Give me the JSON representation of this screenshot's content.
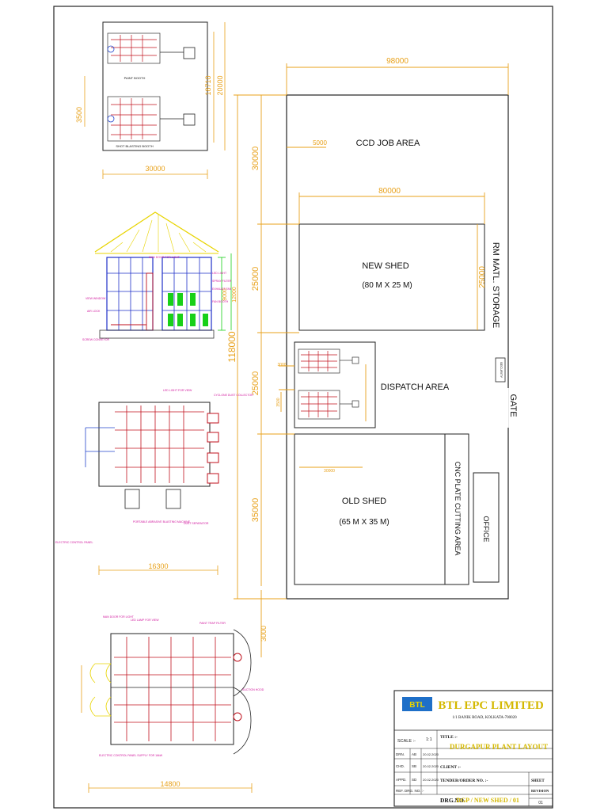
{
  "layout_dims": {
    "overall_width": "98000",
    "overall_height": "118000",
    "ccd_height": "30000",
    "new_shed_band": "25000",
    "dispatch_band": "25000",
    "old_shed_band": "35000",
    "bottom_gap": "3000",
    "ccd_offset": "5000",
    "new_shed_length": "80000",
    "new_shed_depth": "25000"
  },
  "areas": {
    "ccd": "CCD JOB AREA",
    "new_shed_title": "NEW SHED",
    "new_shed_size": "(80 M X 25 M)",
    "rm_storage": "RM MATL. STORAGE",
    "dispatch": "DISPATCH AREA",
    "gate": "GATE",
    "old_shed_title": "OLD SHED",
    "old_shed_size": "(65 M X 35 M)",
    "cnc": "CNC PLATE CUTTING AREA",
    "office": "OFFICE",
    "security": "SECURITY"
  },
  "booth_plan": {
    "width": "30000",
    "height_a": "18710",
    "height_b": "20000",
    "offset": "3500",
    "paint_booth": "PAINT BOOTH",
    "blast_booth": "SHOT BLASTING BOOTH"
  },
  "inset_dims": {
    "w": "30000",
    "h1": "3000",
    "h2": "3500"
  },
  "elevation": {
    "left_height": "9000",
    "right_height": "12000",
    "labels": [
      "VIEW WINDOW",
      "AIR LOCK",
      "MAN DOOR FOR LIGHT",
      "SCREW CONVEYOR",
      "LED LIGHT",
      "SPRAY FILTER",
      "EXHAUST FAN",
      "FAN BOOTH"
    ]
  },
  "plan_mid": {
    "width": "16300",
    "labels": [
      "LED LIGHT FOR VIEW",
      "CYCLONE DUST COLLECTOR",
      "PORTABLE ABRASIVE BLASTING MACHINE",
      "DUST SEPARATOR",
      "ELECTRIC CONTROL PANEL"
    ]
  },
  "plan_low": {
    "width": "14800",
    "labels": [
      "MAN DOOR FOR LIGHT",
      "LED LAMP FOR VIEW",
      "PAINT TRAP FILTER",
      "SUCTION HOOD",
      "ELECTRIC CONTROL PANEL SUPPLY FOR 16kW"
    ]
  },
  "title_block": {
    "company": "BTL EPC LIMITED",
    "address": "1/1 BANIK ROAD, KOLKATA-700020",
    "logo": "BTL",
    "scale_label": "SCALE :-",
    "scale_value": "1:1",
    "title_label": "TITLE :-",
    "title_value": "DURGAPUR PLANT LAYOUT",
    "drn": "DRN.",
    "chd": "CHD.",
    "appd": "APPD.",
    "drn_init": "AB",
    "chd_init": "SB",
    "appd_init": "SD",
    "date1": "20.02.2020",
    "date2": "20.02.2020",
    "date3": "20.02.2020",
    "client_label": "CLIENT :-",
    "tender_label": "TENDER/ORDER NO. :-",
    "ref_label": "REF. DRG. NO. :-",
    "sheet_label": "SHEET",
    "revision_label": "REVISION",
    "drg_label": "DRG.NO.",
    "drg_value": "DGP / NEW SHED / 01",
    "rev_value": "01"
  }
}
